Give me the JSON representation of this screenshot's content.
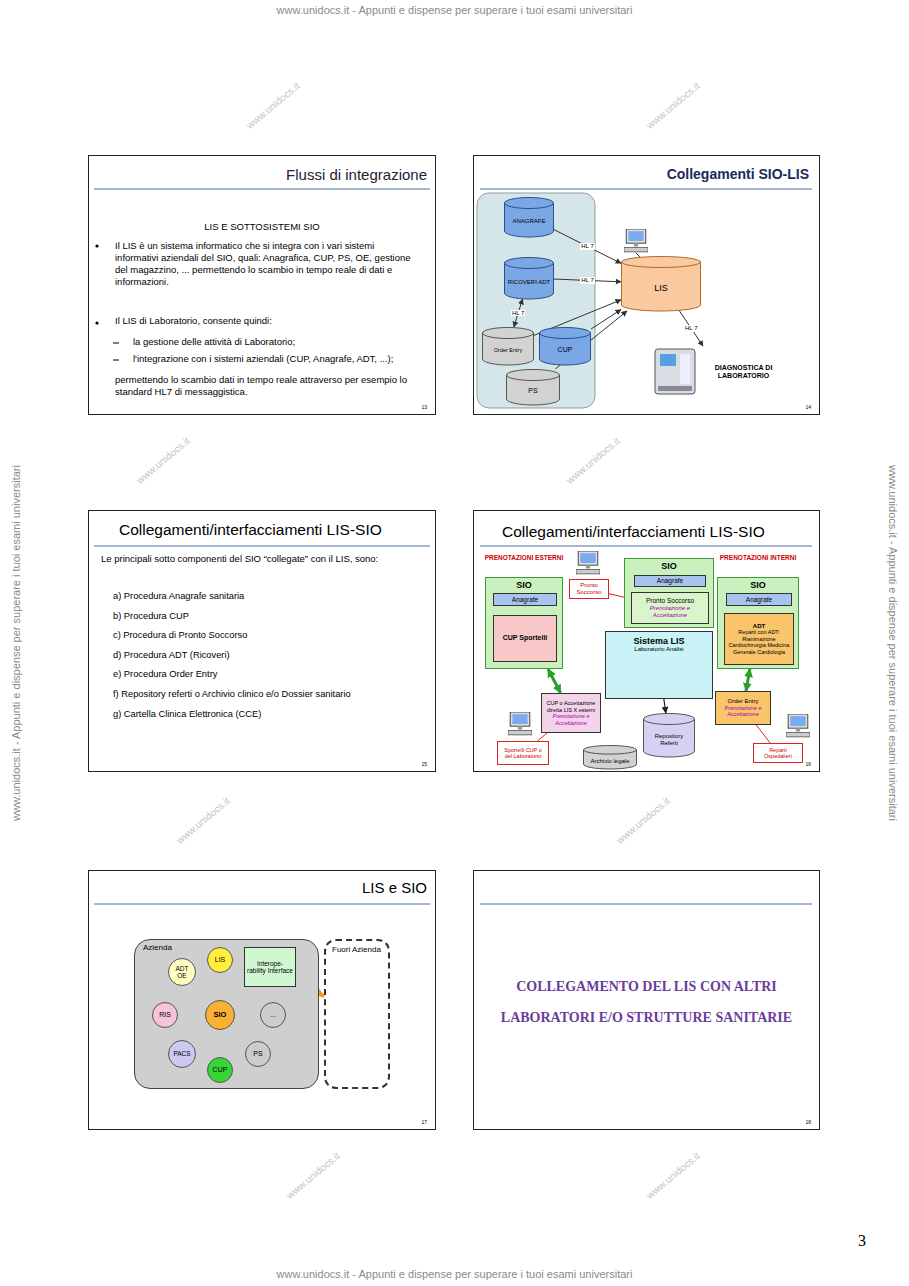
{
  "diagram": {
    "nodes": [
      {
        "text": [
          "Flussi di integrazione",
          "LIS E SOTTOSISTEMI SIO",
          "Il LIS è un sistema informatico che si integra con i vari sistemi informativi aziendali del SIO, quali: Anagrafica, CUP, PS, OE, gestione del magazzino, ... permettendo lo scambio in tempo reale di dati e informazioni.",
          "Il LIS di Laboratorio, consente quindi:",
          "la gestione delle attività di Laboratorio;",
          "l'integrazione con i sistemi aziendali (CUP, Anagrafe, ADT, ...);",
          "permettendo lo scambio dati in tempo reale attraverso per esempio lo standard HL7 di messaggistica.",
          "13"
        ]
      },
      {
        "text": [
          "Collegamenti SIO-LIS",
          "14"
        ]
      },
      {
        "text": [
          "ANAGRAFE"
        ],
        "in": 1
      },
      {
        "text": [
          "RICOVERI ADT"
        ],
        "in": 1
      },
      {
        "text": [
          "Order Entry"
        ],
        "in": 1
      },
      {
        "text": [
          "CUP"
        ],
        "in": 1
      },
      {
        "text": [
          "PS"
        ],
        "in": 1
      },
      {
        "text": [
          "LIS"
        ],
        "in": 1
      },
      {
        "text": [
          "DIAGNOSTICA DI LABORATORIO"
        ],
        "in": 1
      },
      {
        "text": [
          "Collegamenti/interfacciamenti LIS-SIO",
          "Le principali sotto componenti del SIO “collegate” con il LIS, sono:",
          "a) Procedura Anagrafe sanitaria",
          "b) Procedura CUP",
          "c) Procedura di Pronto Soccorso",
          "d) Procedura ADT (Ricoveri)",
          "e) Procedura Order Entry",
          "f) Repository referti o Archivio clinico e/o Dossier sanitario",
          "g) Cartella Clinica Elettronica (CCE)",
          "15"
        ]
      },
      {
        "text": [
          "Collegamenti/interfacciamenti LIS-SIO",
          "16"
        ]
      },
      {
        "text": [
          "PRENOTAZIONI ESTERNI",
          "SIO"
        ],
        "in": 10
      },
      {
        "text": [
          "Anagrafe"
        ],
        "in": 11
      },
      {
        "text": [
          "CUP Sportelli"
        ],
        "in": 11
      },
      {
        "text": [
          "SIO"
        ],
        "in": 10
      },
      {
        "text": [
          "Anagrafe"
        ],
        "in": 14
      },
      {
        "text": [
          "Pronto Soccorso",
          "Prenotazione e Accettazione"
        ],
        "in": 14
      },
      {
        "text": [
          "PRENOTAZIONI INTERNI",
          "SIO"
        ],
        "in": 10
      },
      {
        "text": [
          "Anagrafe"
        ],
        "in": 17
      },
      {
        "text": [
          "ADT",
          "Reparti con ADT: Rianimazione Cardiochirurgia Medicina Generale Cardiologia"
        ],
        "in": 17
      },
      {
        "text": [
          "Pronto Soccorso"
        ],
        "in": 10
      },
      {
        "text": [
          "Sistema LIS",
          "Laboratorio Analisi"
        ],
        "in": 10
      },
      {
        "text": [
          "CUP o Accettazione diretta LIS X esterni",
          "Prenotazione e Accettazione"
        ],
        "in": 10
      },
      {
        "text": [
          "Order Entry",
          "Prenotazione e Accettazione"
        ],
        "in": 10
      },
      {
        "text": [
          "Sportelli CUP o del Laboratorio"
        ],
        "in": 10
      },
      {
        "text": [
          "Reparti Ospedalieri"
        ],
        "in": 10
      },
      {
        "text": [
          "Archivio legale"
        ],
        "in": 10
      },
      {
        "text": [
          "Repository Referti"
        ],
        "in": 10
      },
      {
        "text": [
          "LIS e SIO",
          "17"
        ]
      },
      {
        "text": [
          "Azienda"
        ],
        "in": 28
      },
      {
        "text": [
          "LIS"
        ],
        "in": 29
      },
      {
        "text": [
          "ADT OE"
        ],
        "in": 29
      },
      {
        "text": [
          "RIS"
        ],
        "in": 29
      },
      {
        "text": [
          "SIO"
        ],
        "in": 29
      },
      {
        "text": [
          "..."
        ],
        "in": 29
      },
      {
        "text": [
          "PACS"
        ],
        "in": 29
      },
      {
        "text": [
          "PS"
        ],
        "in": 29
      },
      {
        "text": [
          "CUP"
        ],
        "in": 29
      },
      {
        "text": [
          "Interope- rability Interface"
        ],
        "in": 29
      },
      {
        "text": [
          "Fuori Azienda"
        ],
        "in": 28
      },
      {
        "text": [
          "COLLEGAMENTO DEL LIS CON ALTRI LABORATORI E/O STRUTTURE SANITARIE",
          "18"
        ]
      }
    ],
    "edges": [
      {
        "from": 2,
        "to": 7,
        "arrow": "to",
        "label": "HL 7"
      },
      {
        "from": 3,
        "to": 7,
        "arrow": "to",
        "label": "HL 7"
      },
      {
        "from": 3,
        "to": 4,
        "arrow": "both",
        "label": "HL 7"
      },
      {
        "from": 4,
        "to": 7,
        "arrow": "to"
      },
      {
        "from": 5,
        "to": 7,
        "arrow": "to"
      },
      {
        "from": 6,
        "to": 7,
        "arrow": "to"
      },
      {
        "from": 7,
        "to": 8,
        "arrow": "to",
        "label": "HL 7"
      },
      {
        "from": 11,
        "to": 22,
        "arrow": "both"
      },
      {
        "from": 17,
        "to": 23,
        "arrow": "both"
      },
      {
        "from": 21,
        "to": 27,
        "arrow": "to"
      },
      {
        "from": 20,
        "to": 16,
        "arrow": "none"
      },
      {
        "from": 24,
        "to": 22,
        "arrow": "none"
      },
      {
        "from": 25,
        "to": 23,
        "arrow": "none"
      },
      {
        "from": 33,
        "to": 30,
        "arrow": "both"
      },
      {
        "from": 33,
        "to": 31,
        "arrow": "both"
      },
      {
        "from": 33,
        "to": 32,
        "arrow": "both"
      },
      {
        "from": 33,
        "to": 34,
        "arrow": "both"
      },
      {
        "from": 33,
        "to": 35,
        "arrow": "both"
      },
      {
        "from": 33,
        "to": 36,
        "arrow": "both"
      },
      {
        "from": 33,
        "to": 37,
        "arrow": "both"
      },
      {
        "from": 33,
        "to": 38,
        "arrow": "both"
      },
      {
        "from": 38,
        "to": 39,
        "arrow": "both"
      }
    ],
    "labels": [
      "www.unidocs.it - Appunti e dispense per superare i tuoi esami universitari",
      "www.unidocs.it - Appunti e dispense per superare i tuoi esami universitari",
      "www.unidocs.it - Appunti e dispense per superare i tuoi esami universitari",
      "www.unidocs.it - Appunti e dispense per superare i tuoi esami universitari",
      "3",
      "www.unidocs.it",
      "www.unidocs.it",
      "www.unidocs.it",
      "www.unidocs.it",
      "www.unidocs.it",
      "www.unidocs.it",
      "www.unidocs.it",
      "www.unidocs.it"
    ]
  }
}
